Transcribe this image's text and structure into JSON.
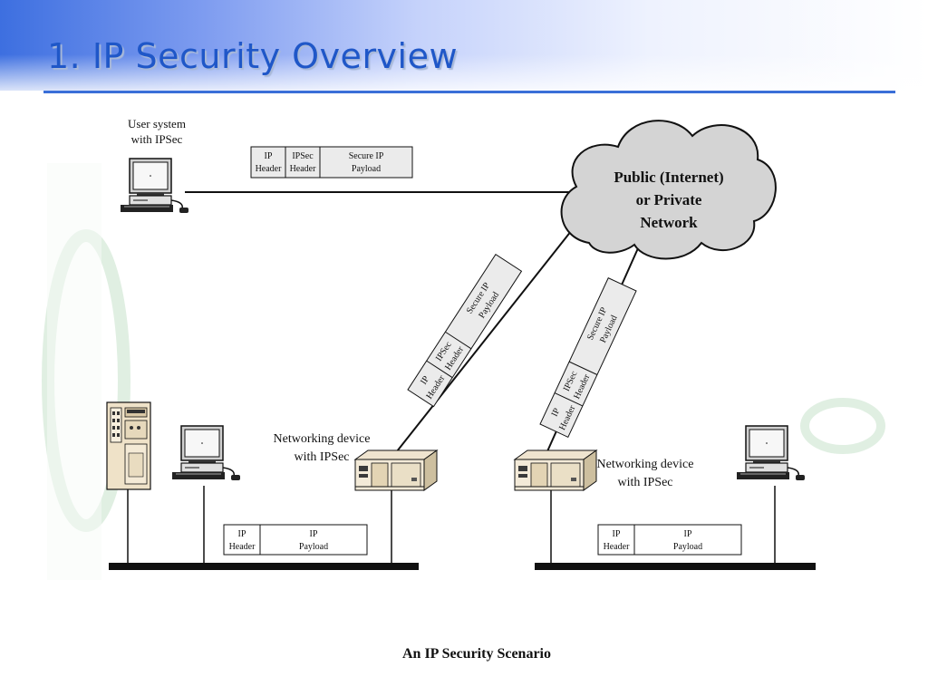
{
  "slide": {
    "title": "1. IP Security Overview",
    "caption": "An IP Security Scenario",
    "accent_color": "#1f57c8"
  },
  "diagram": {
    "user_system_label": [
      "User system",
      "with IPSec"
    ],
    "cloud_label": [
      "Public (Internet)",
      "or Private",
      "Network"
    ],
    "networking_device_label": [
      "Networking device",
      "with IPSec"
    ],
    "secure_packet": {
      "ip_header": [
        "IP",
        "Header"
      ],
      "ipsec_header": [
        "IPSec",
        "Header"
      ],
      "secure_payload": [
        "Secure IP",
        "Payload"
      ]
    },
    "plain_packet": {
      "ip_header": [
        "IP",
        "Header"
      ],
      "ip_payload": [
        "IP",
        "Payload"
      ]
    },
    "icons": [
      "workstation-icon",
      "server-icon",
      "router-icon",
      "cloud-icon"
    ]
  }
}
